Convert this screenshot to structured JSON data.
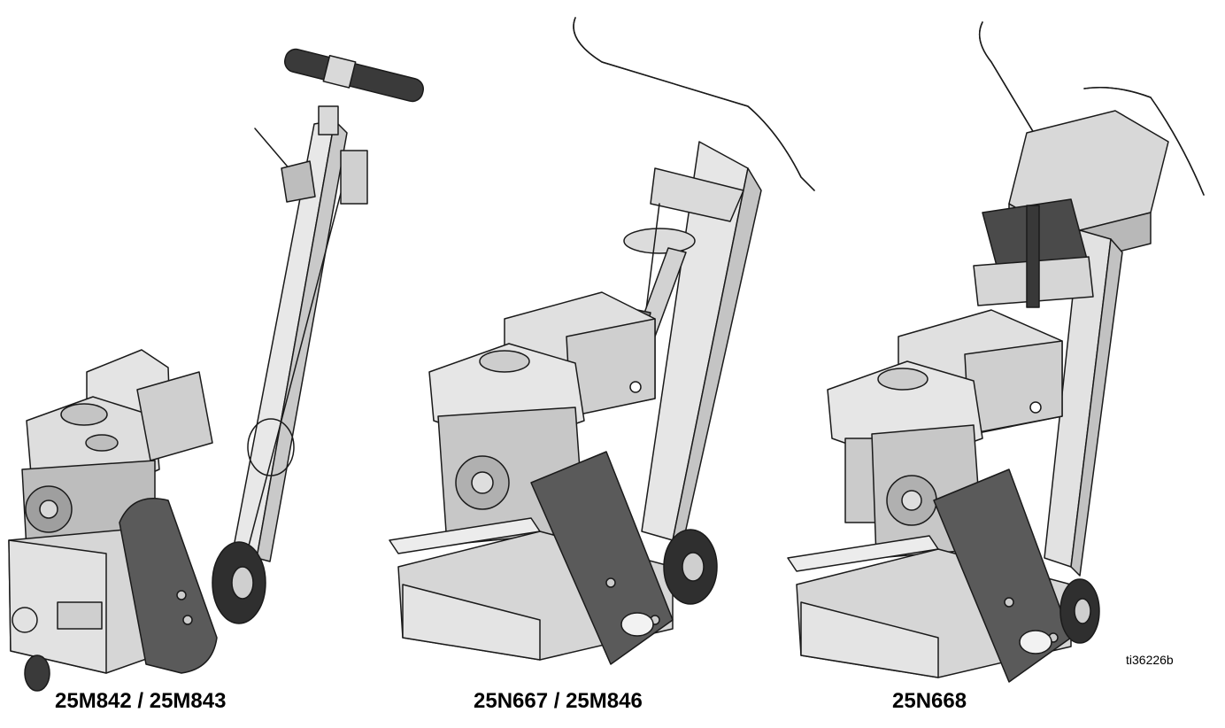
{
  "figure": {
    "machines": [
      {
        "label": "25M842 / 25M843"
      },
      {
        "label": "25N667 / 25M846"
      },
      {
        "label": "25N668"
      }
    ],
    "figure_id": "ti36226b"
  },
  "colors": {
    "line": "#1a1a1a",
    "metal_light": "#e6e6e6",
    "metal_mid": "#cfcfcf",
    "metal_dark": "#a8a8a8",
    "guard": "#5a5a5a",
    "grip": "#3a3a3a",
    "battery": "#4a4a4a"
  }
}
